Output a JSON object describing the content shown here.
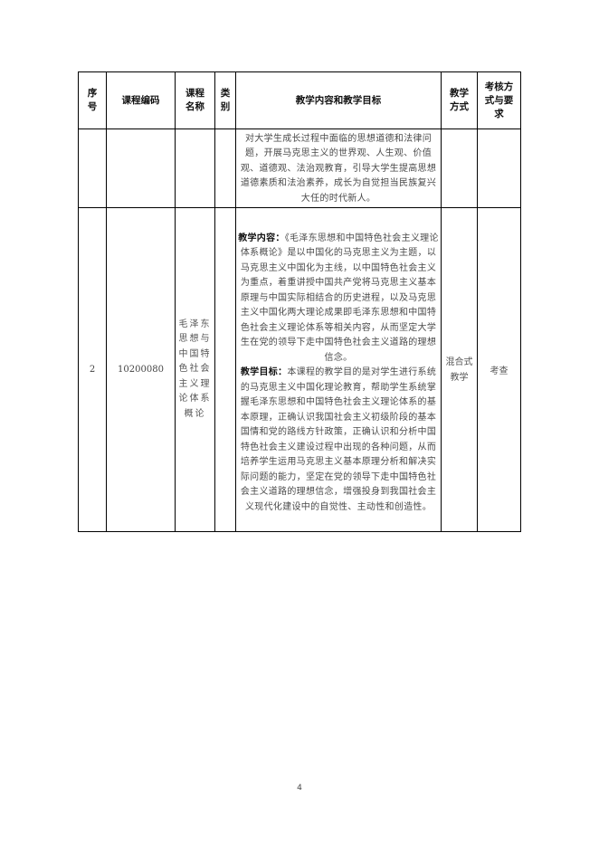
{
  "table": {
    "headers": {
      "index": "序号",
      "code": "课程编码",
      "name": "课程名称",
      "category": "类别",
      "content": "教学内容和教学目标",
      "method": "教学方式",
      "assessment": "考核方式与要求"
    },
    "continuation_row": {
      "index": "",
      "code": "",
      "name": "",
      "category": "",
      "content": "对大学生成长过程中面临的思想道德和法律问题，开展马克思主义的世界观、人生观、价值观、道德观、法治观教育，引导大学生提高思想道德素质和法治素养，成长为自觉担当民族复兴大任的时代新人。",
      "method": "",
      "assessment": ""
    },
    "rows": [
      {
        "index": "2",
        "code": "10200080",
        "name": "毛泽东思想与中国特色社会主义理论体系概论",
        "category": "",
        "content_label": "教学内容：",
        "content_text": "《毛泽东思想和中国特色社会主义理论体系概论》是以中国化的马克思主义为主题，以马克思主义中国化为主线，以中国特色社会主义为重点，着重讲授中国共产党将马克思主义基本原理与中国实际相结合的历史进程，以及马克思主义中国化两大理论成果即毛泽东思想和中国特色社会主义理论体系等相关内容，从而坚定大学生在党的领导下走中国特色社会主义道路的理想信念。",
        "goal_label": "教学目标：",
        "goal_text": "本课程的教学目的是对学生进行系统的马克思主义中国化理论教育，帮助学生系统掌握毛泽东思想和中国特色社会主义理论体系的基本原理，正确认识我国社会主义初级阶段的基本国情和党的路线方针政策，正确认识和分析中国特色社会主义建设过程中出现的各种问题，从而培养学生运用马克思主义基本原理分析和解决实际问题的能力，坚定在党的领导下走中国特色社会主义道路的理想信念，增强投身到我国社会主义现代化建设中的自觉性、主动性和创造性。",
        "method": "混合式教学",
        "assessment": "考查"
      }
    ]
  },
  "footer": {
    "page_number": "4"
  }
}
